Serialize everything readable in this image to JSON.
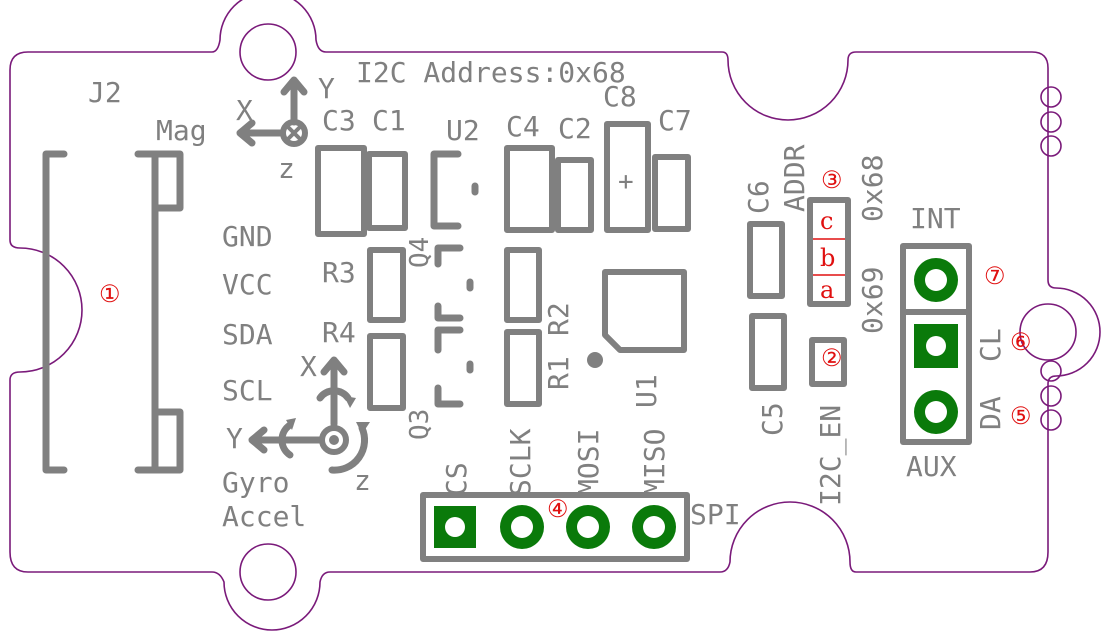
{
  "board": {
    "title_text": "I2C Address:0x68",
    "colors": {
      "silkscreen": "#808080",
      "board_edge": "#7a1a7a",
      "pad": "#0a7a0a",
      "callout": "#e01010"
    }
  },
  "labels": {
    "j2": "J2",
    "mag": "Mag",
    "mag_x": "X",
    "mag_y": "Y",
    "mag_z": "z",
    "c3": "C3",
    "c1": "C1",
    "u2": "U2",
    "c4": "C4",
    "c2": "C2",
    "c8": "C8",
    "c7": "C7",
    "c8_plus": "+",
    "gnd": "GND",
    "vcc": "VCC",
    "sda": "SDA",
    "scl": "SCL",
    "r3": "R3",
    "r4": "R4",
    "q4": "Q4",
    "q3": "Q3",
    "r2": "R2",
    "r1": "R1",
    "u1": "U1",
    "gyro": "Gyro",
    "accel": "Accel",
    "gyro_x": "X",
    "gyro_y": "Y",
    "gyro_z": "z",
    "c6": "C6",
    "c5": "C5",
    "addr": "ADDR",
    "addr_0x68": "0x68",
    "addr_0x69": "0x69",
    "i2c_en": "I2C_EN",
    "int": "INT",
    "aux": "AUX",
    "cl": "CL",
    "da": "DA",
    "spi": "SPI",
    "spi_pins": [
      "CS",
      "SCLK",
      "MOSI",
      "MISO"
    ],
    "jumper_pads": [
      "c",
      "b",
      "a"
    ]
  },
  "callouts": [
    "①",
    "②",
    "③",
    "④",
    "⑤",
    "⑥",
    "⑦"
  ]
}
